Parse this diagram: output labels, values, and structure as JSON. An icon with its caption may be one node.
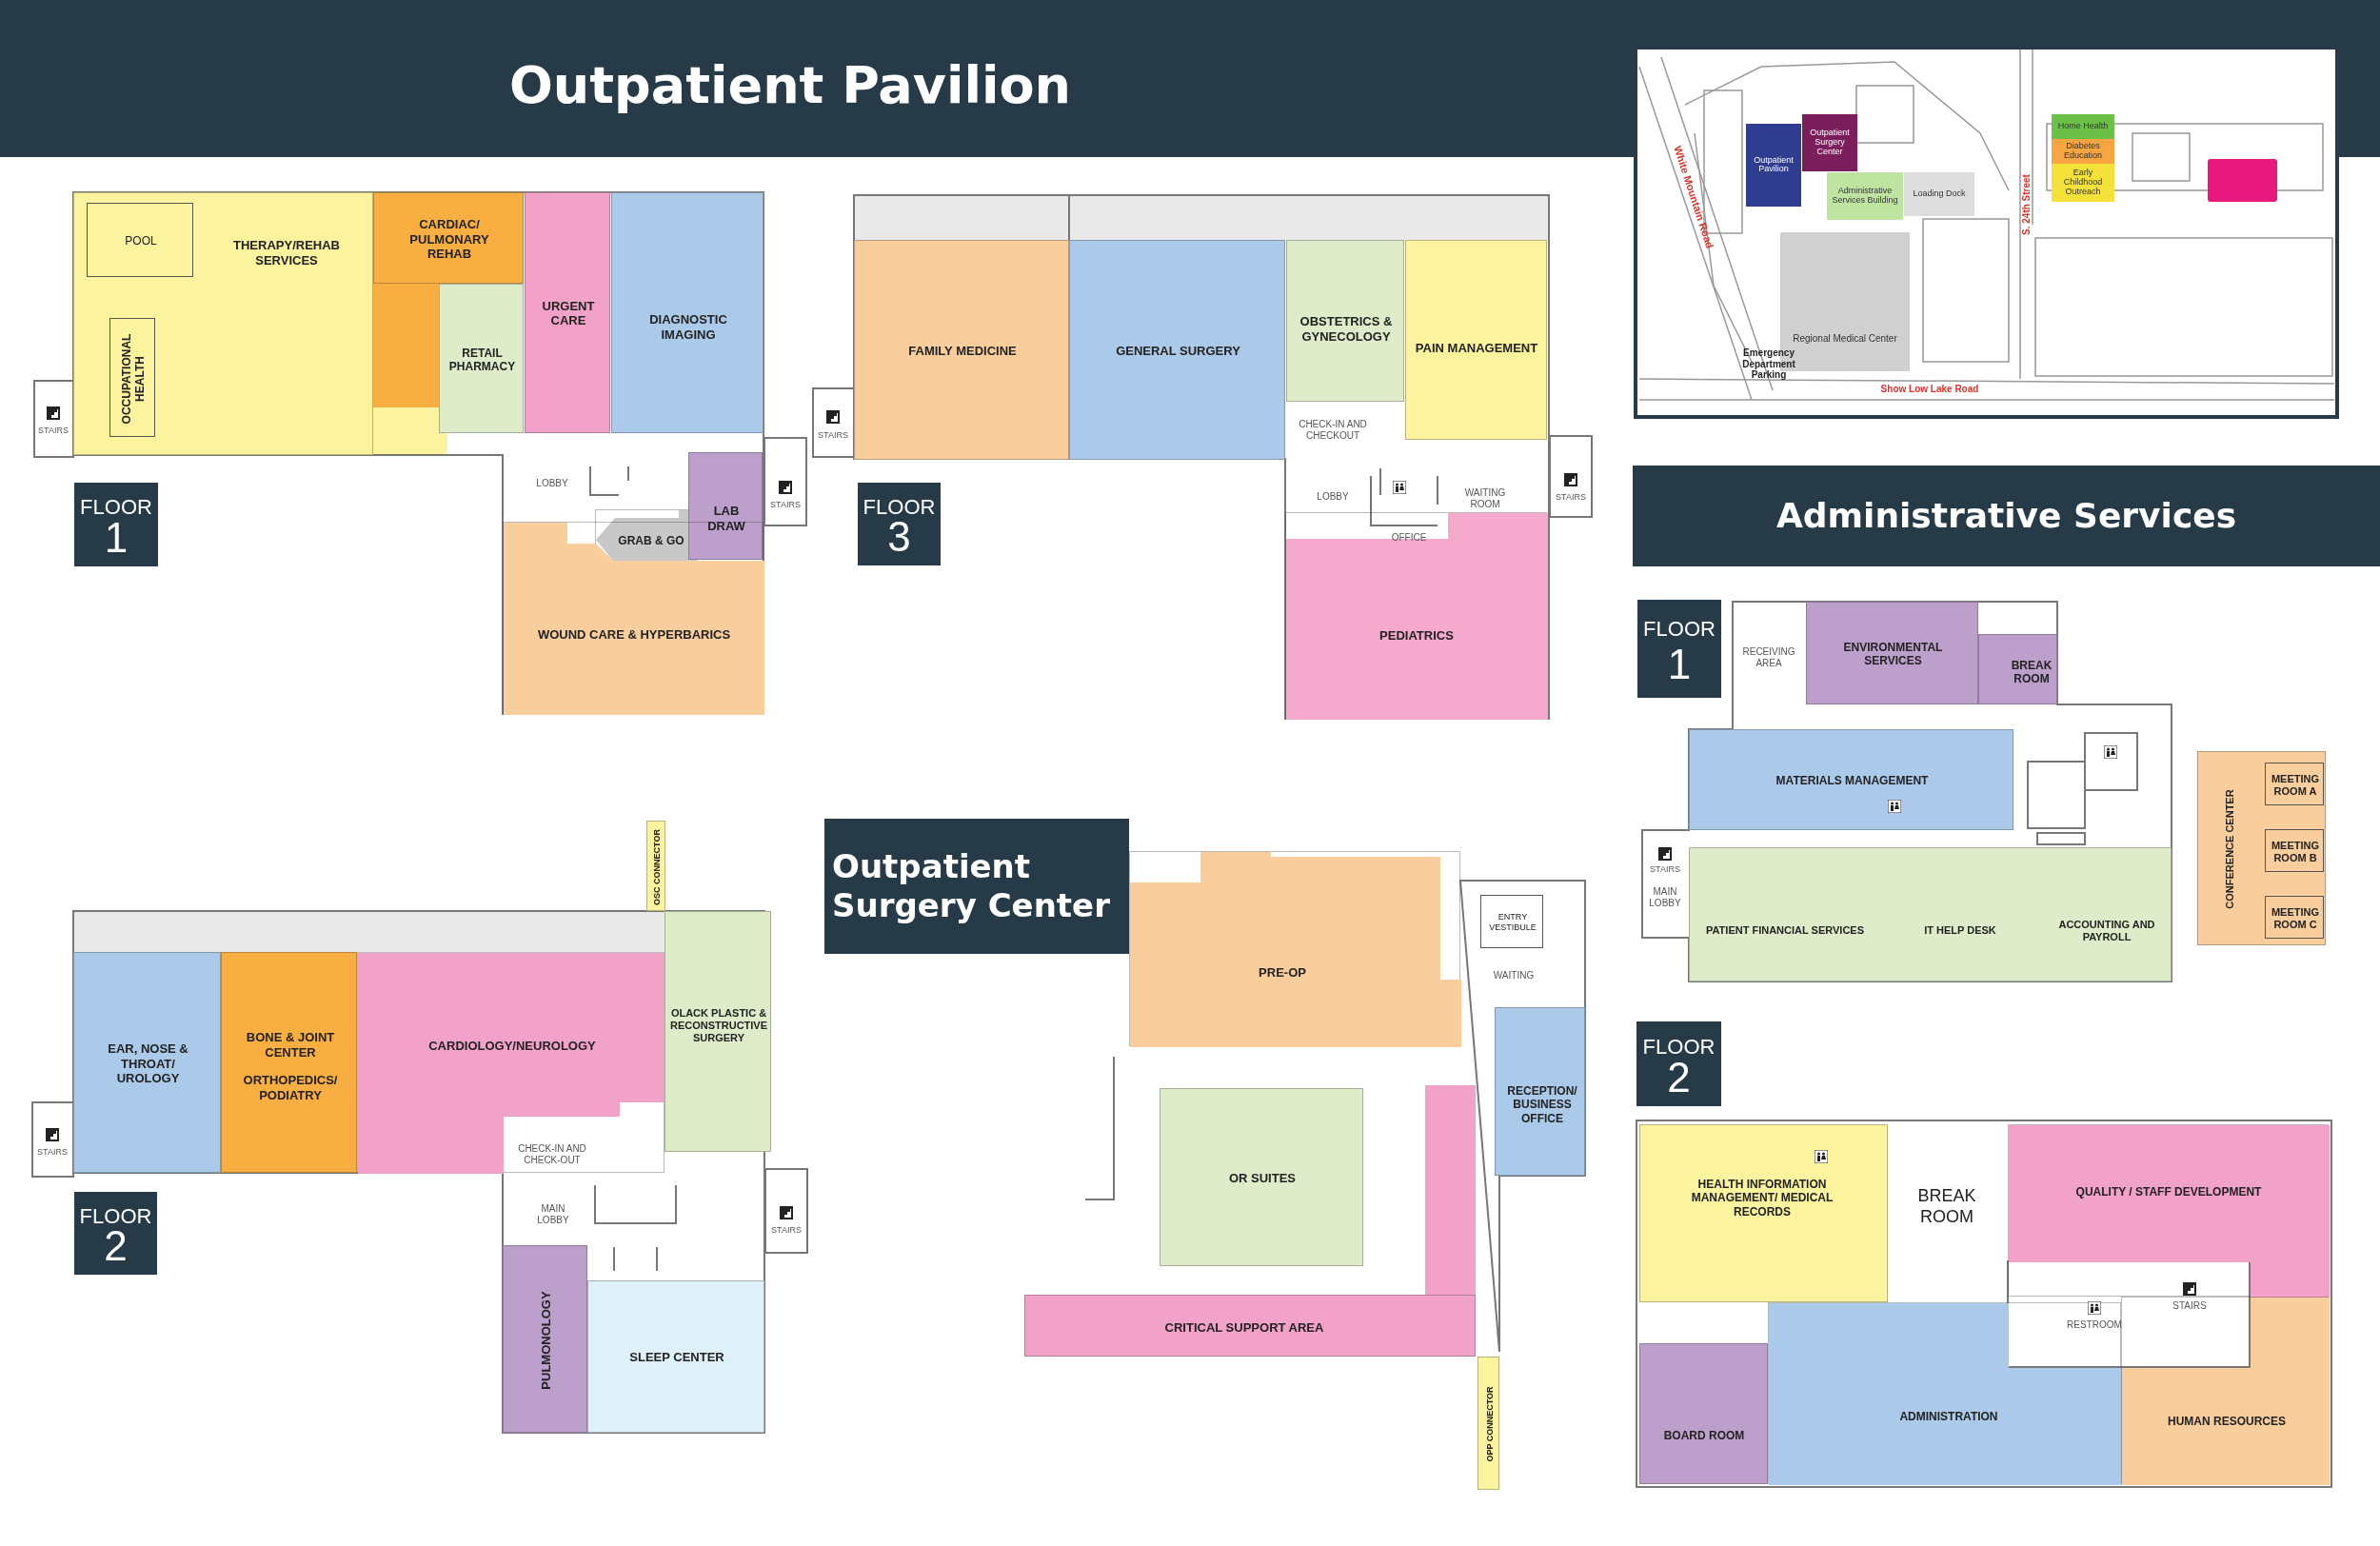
{
  "diagram": {
    "title": "Outpatient Pavilion",
    "nodes": [
      {
        "text": [
          "FLOOR",
          "1"
        ]
      },
      {
        "text": [
          "THERAPY/REHAB SERVICES"
        ]
      },
      {
        "text": [
          "POOL"
        ],
        "in": 1
      },
      {
        "text": [
          "OCCUPATIONAL HEALTH"
        ],
        "in": 1
      },
      {
        "text": [
          "CARDIAC/ PULMONARY REHAB"
        ]
      },
      {
        "text": [
          "RETAIL PHARMACY"
        ]
      },
      {
        "text": [
          "URGENT CARE"
        ]
      },
      {
        "text": [
          "DIAGNOSTIC IMAGING"
        ]
      },
      {
        "text": [
          "GRAB & GO"
        ]
      },
      {
        "text": [
          "LAB DRAW"
        ]
      },
      {
        "text": [
          "WOUND CARE & HYPERBARICS"
        ]
      },
      {
        "text": [
          "FLOOR",
          "3"
        ]
      },
      {
        "text": [
          "FAMILY MEDICINE"
        ]
      },
      {
        "text": [
          "GENERAL SURGERY"
        ]
      },
      {
        "text": [
          "OBSTETRICS & GYNECOLOGY"
        ]
      },
      {
        "text": [
          "PAIN MANAGEMENT"
        ]
      },
      {
        "text": [
          "PEDIATRICS"
        ]
      },
      {
        "text": [
          "OSC CONNECTOR"
        ]
      },
      {
        "text": [
          "FLOOR",
          "2"
        ]
      },
      {
        "text": [
          "EAR, NOSE & THROAT/ UROLOGY"
        ]
      },
      {
        "text": [
          "BONE & JOINT CENTER",
          "ORTHOPEDICS/ PODIATRY"
        ]
      },
      {
        "text": [
          "CARDIOLOGY/NEUROLOGY"
        ]
      },
      {
        "text": [
          "OLACK PLASTIC & RECONSTRUCTIVE SURGERY"
        ]
      },
      {
        "text": [
          "PULMONOLOGY"
        ]
      },
      {
        "text": [
          "SLEEP CENTER"
        ]
      },
      {
        "text": [
          "Outpatient Surgery Center"
        ]
      },
      {
        "text": [
          "PRE-OP"
        ]
      },
      {
        "text": [
          "OR SUITES"
        ]
      },
      {
        "text": [
          "RECEPTION/ BUSINESS OFFICE"
        ]
      },
      {
        "text": [
          "CRITICAL SUPPORT AREA"
        ]
      },
      {
        "text": [
          "OPP CONNECTOR"
        ]
      },
      {
        "text": [
          "ENTRY VESTIBULE"
        ]
      },
      {
        "text": [
          "Outpatient Pavilion"
        ]
      },
      {
        "text": [
          "Outpatient Surgery Center"
        ]
      },
      {
        "text": [
          "Administrative Services Building"
        ]
      },
      {
        "text": [
          "Loading Dock"
        ]
      },
      {
        "text": [
          "Regional Medical Center"
        ]
      },
      {
        "text": [
          "Home Health"
        ]
      },
      {
        "text": [
          "Diabetes Education"
        ]
      },
      {
        "text": [
          "Early Childhood Outreach"
        ]
      },
      {
        "text": [],
        "shape": "box"
      },
      {
        "text": [
          "Administrative Services"
        ]
      },
      {
        "text": [
          "FLOOR",
          "1"
        ]
      },
      {
        "text": [
          "ENVIRONMENTAL SERVICES"
        ]
      },
      {
        "text": [
          "BREAK ROOM"
        ]
      },
      {
        "text": [
          "MATERIALS MANAGEMENT"
        ]
      },
      {
        "text": [
          "PATIENT FINANCIAL SERVICES",
          "IT HELP DESK",
          "ACCOUNTING AND PAYROLL"
        ]
      },
      {
        "text": [
          "CONFERENCE CENTER"
        ]
      },
      {
        "text": [
          "MEETING ROOM A"
        ],
        "in": 47
      },
      {
        "text": [
          "MEETING ROOM B"
        ],
        "in": 47
      },
      {
        "text": [
          "MEETING ROOM C"
        ],
        "in": 47
      },
      {
        "text": [
          "FLOOR",
          "2"
        ]
      },
      {
        "text": [
          "HEALTH INFORMATION MANAGEMENT/ MEDICAL RECORDS"
        ]
      },
      {
        "text": [
          "BREAK ROOM"
        ]
      },
      {
        "text": [
          "QUALITY / STAFF DEVELOPMENT"
        ]
      },
      {
        "text": [
          "ADMINISTRATION"
        ]
      },
      {
        "text": [
          "HUMAN RESOURCES"
        ]
      },
      {
        "text": [
          "BOARD ROOM"
        ]
      }
    ],
    "labels": [
      "STAIRS",
      "LOBBY",
      "STAIRS",
      "STAIRS",
      "CHECK-IN AND CHECKOUT",
      "LOBBY",
      "WAITING ROOM",
      "STAIRS",
      "OFFICE",
      "White Mountain Road",
      "S. 24th Street",
      "Emergency Department Parking",
      "Show Low Lake Road",
      "RECEIVING AREA",
      "STAIRS",
      "MAIN LOBBY",
      "STAIRS",
      "CHECK-IN AND CHECK-OUT",
      "MAIN LOBBY",
      "STAIRS",
      "WAITING",
      "STAIRS",
      "RESTROOM"
    ]
  }
}
